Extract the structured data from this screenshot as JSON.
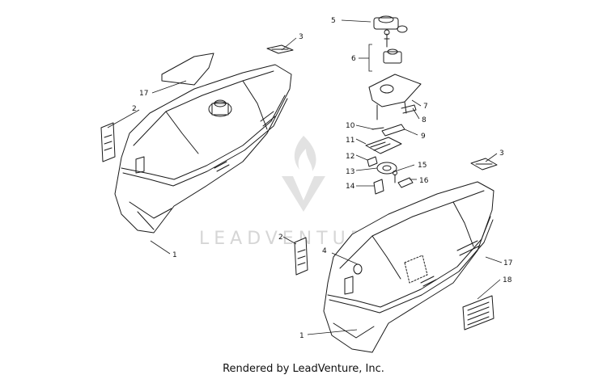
{
  "footer": "Rendered by LeadVenture, Inc.",
  "watermark": {
    "text": "LEADVENTURE",
    "icon": "flame-v-logo-icon",
    "color": "#d6d6d6"
  },
  "callouts": {
    "c1_left": "1",
    "c1_right": "1",
    "c2_left": "2",
    "c2_right": "2",
    "c3_left": "3",
    "c3_right": "3",
    "c4": "4",
    "c5": "5",
    "c6": "6",
    "c7": "7",
    "c8": "8",
    "c9": "9",
    "c10": "10",
    "c11": "11",
    "c12": "12",
    "c13": "13",
    "c14": "14",
    "c15": "15",
    "c16": "16",
    "c17_left": "17",
    "c17_right": "17",
    "c18": "18"
  },
  "colors": {
    "line": "#1a1a1a",
    "background": "#ffffff"
  }
}
